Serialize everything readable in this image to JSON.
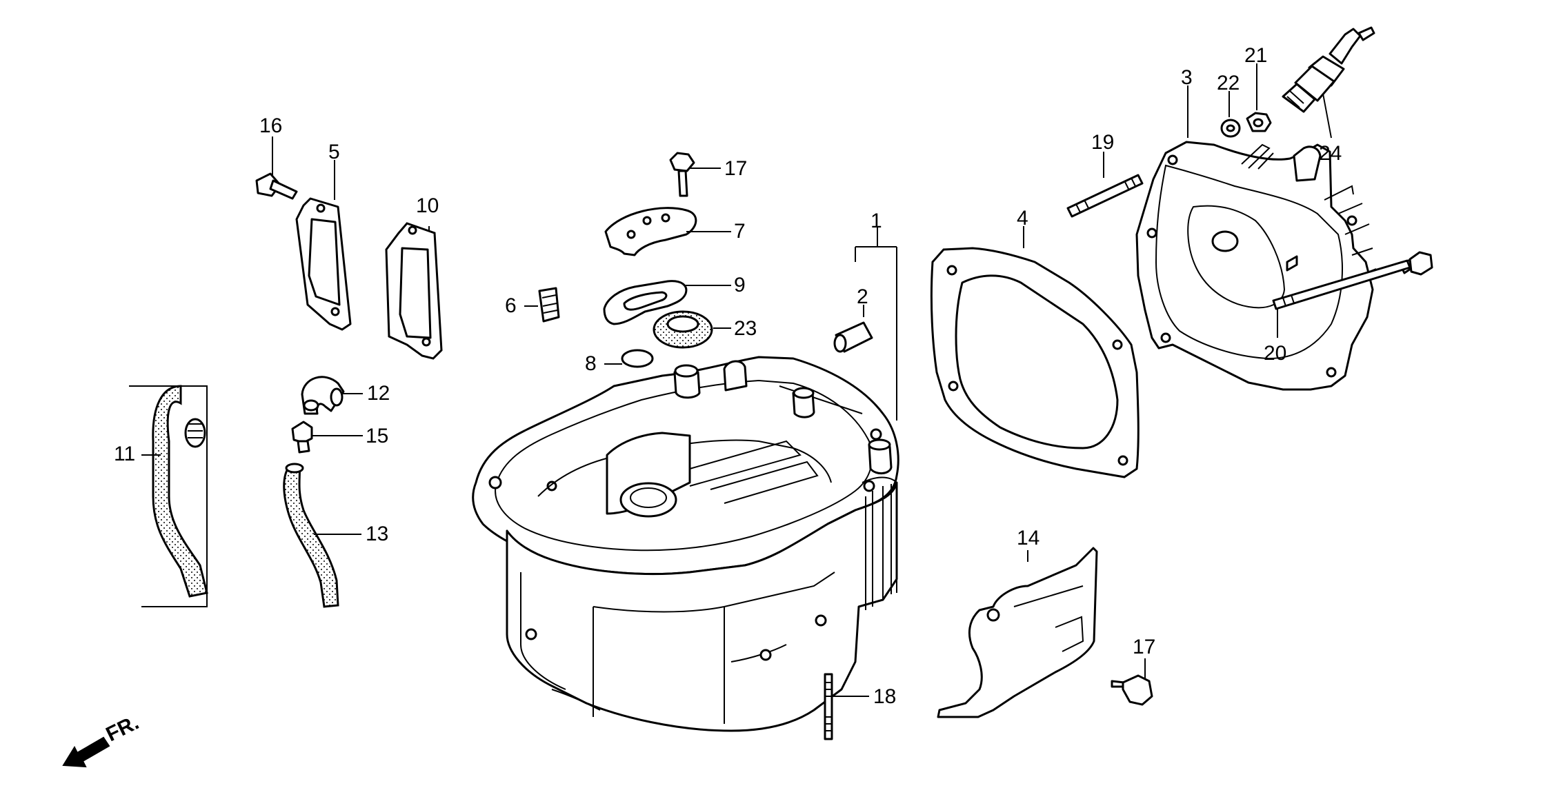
{
  "callouts": {
    "c1": "1",
    "c2": "2",
    "c3": "3",
    "c4": "4",
    "c5": "5",
    "c6": "6",
    "c7": "7",
    "c8": "8",
    "c9": "9",
    "c10": "10",
    "c11": "11",
    "c12": "12",
    "c13": "13",
    "c14": "14",
    "c15": "15",
    "c16": "16",
    "c17a": "17",
    "c17b": "17",
    "c18": "18",
    "c19": "19",
    "c20": "20",
    "c21": "21",
    "c22": "22",
    "c23": "23",
    "c24": "24"
  },
  "direction_label": "FR."
}
